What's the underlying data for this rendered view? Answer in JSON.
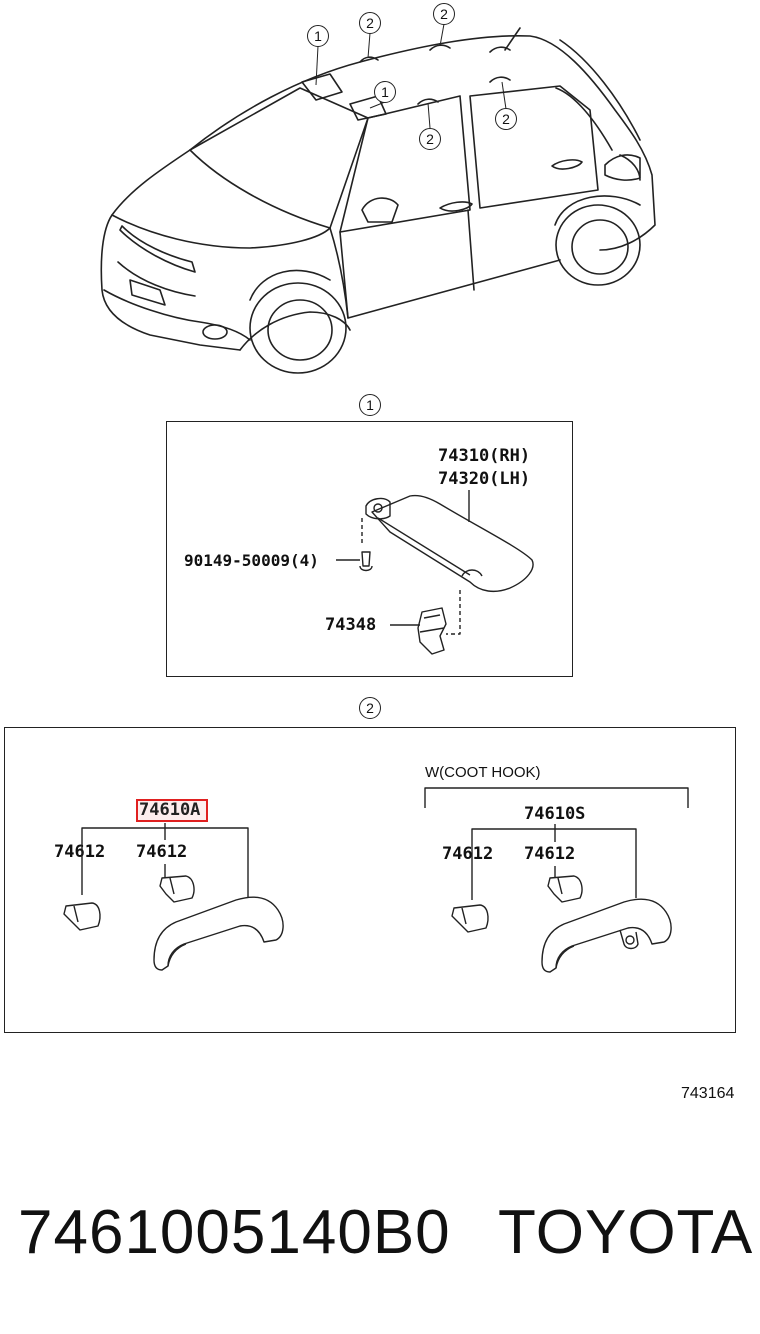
{
  "callouts": {
    "c1": "1",
    "c2": "2"
  },
  "car_view": {
    "callouts": [
      "1",
      "2",
      "2",
      "1",
      "2",
      "2"
    ]
  },
  "panel1": {
    "circle_label": "1",
    "part_rh": "74310(RH)",
    "part_lh": "74320(LH)",
    "screw": "90149-50009(4)",
    "clip": "74348"
  },
  "panel2": {
    "circle_label": "2",
    "left_assembly": "74610A",
    "left_clip_a": "74612",
    "left_clip_b": "74612",
    "coat_hook_label": "W(COOT HOOK)",
    "right_assembly": "74610S",
    "right_clip_a": "74612",
    "right_clip_b": "74612",
    "highlight_color": "#e02020"
  },
  "diagram_code": "743164",
  "footer": {
    "part_number": "7461005140B0",
    "brand": "TOYOTA"
  }
}
